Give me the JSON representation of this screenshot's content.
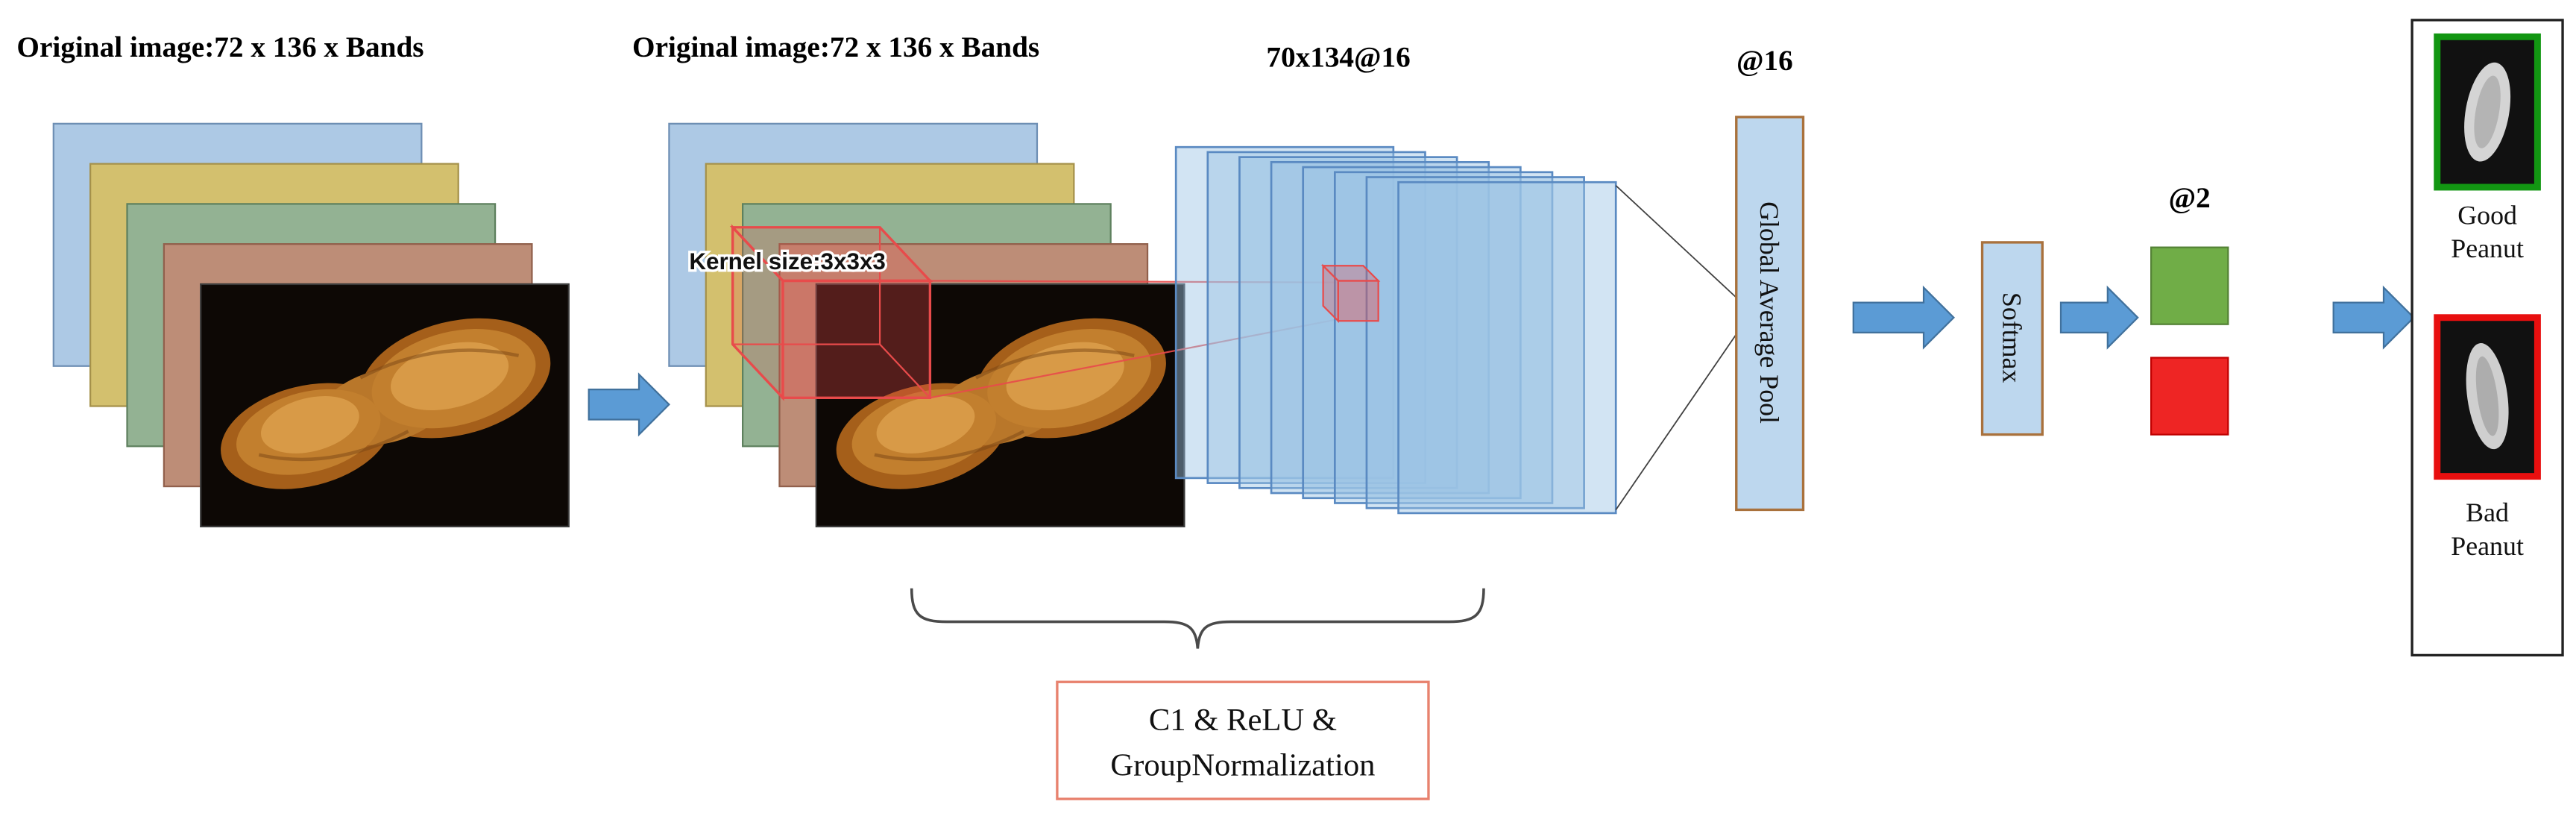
{
  "stage_input": {
    "title": "Original image:72 x 136 x Bands"
  },
  "stage_conv": {
    "title": "Original image:72 x 136 x Bands",
    "kernel_label": "Kernel size:3x3x3"
  },
  "stage_features": {
    "title": "70x134@16"
  },
  "stage_gap": {
    "count": "@16",
    "label": "Global Average Pool"
  },
  "stage_softmax": {
    "label": "Softmax"
  },
  "stage_output": {
    "count": "@2"
  },
  "stage_results": {
    "good": {
      "line1": "Good",
      "line2": "Peanut"
    },
    "bad": {
      "line1": "Bad",
      "line2": "Peanut"
    }
  },
  "note": {
    "line1": "C1 & ReLU &",
    "line2": "GroupNormalization"
  },
  "colors": {
    "arrow_blue": "#5b9bd5",
    "arrow_border": "#41719c",
    "layer_blue": "#adc9e5",
    "layer_yellow": "#d3c06e",
    "layer_green": "#93b293",
    "layer_brown": "#bd8d77",
    "image_bg": "#0d0805",
    "feature_map_blue": "#9cc3e5",
    "feature_map_border": "#5a8ac2",
    "kernel_red": "#e84b4b",
    "pool_box_fill": "#bdd7ee",
    "pool_box_border": "#a9713c",
    "good_green": "#70ad47",
    "bad_red": "#ee2524",
    "good_border_green": "#129612",
    "bad_border_red": "#e80f0f",
    "note_border": "#e8826e"
  }
}
